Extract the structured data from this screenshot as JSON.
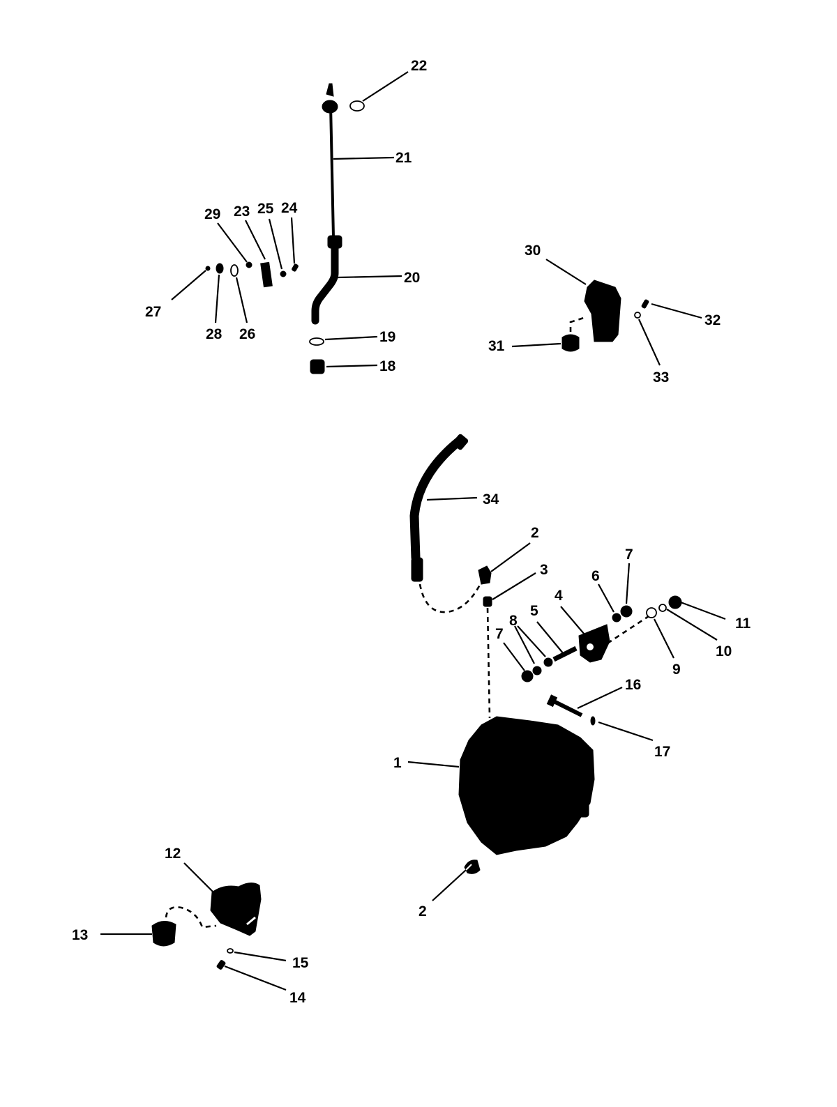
{
  "diagram": {
    "callouts": {
      "c1": "1",
      "c2a": "2",
      "c2b": "2",
      "c3": "3",
      "c4": "4",
      "c5": "5",
      "c6": "6",
      "c7a": "7",
      "c7b": "7",
      "c8": "8",
      "c9": "9",
      "c10": "10",
      "c11": "11",
      "c12": "12",
      "c13": "13",
      "c14": "14",
      "c15": "15",
      "c16": "16",
      "c17": "17",
      "c18": "18",
      "c19": "19",
      "c20": "20",
      "c21": "21",
      "c22": "22",
      "c23": "23",
      "c24": "24",
      "c25": "25",
      "c26": "26",
      "c27": "27",
      "c28": "28",
      "c29": "29",
      "c30": "30",
      "c31": "31",
      "c32": "32",
      "c33": "33",
      "c34": "34"
    }
  }
}
